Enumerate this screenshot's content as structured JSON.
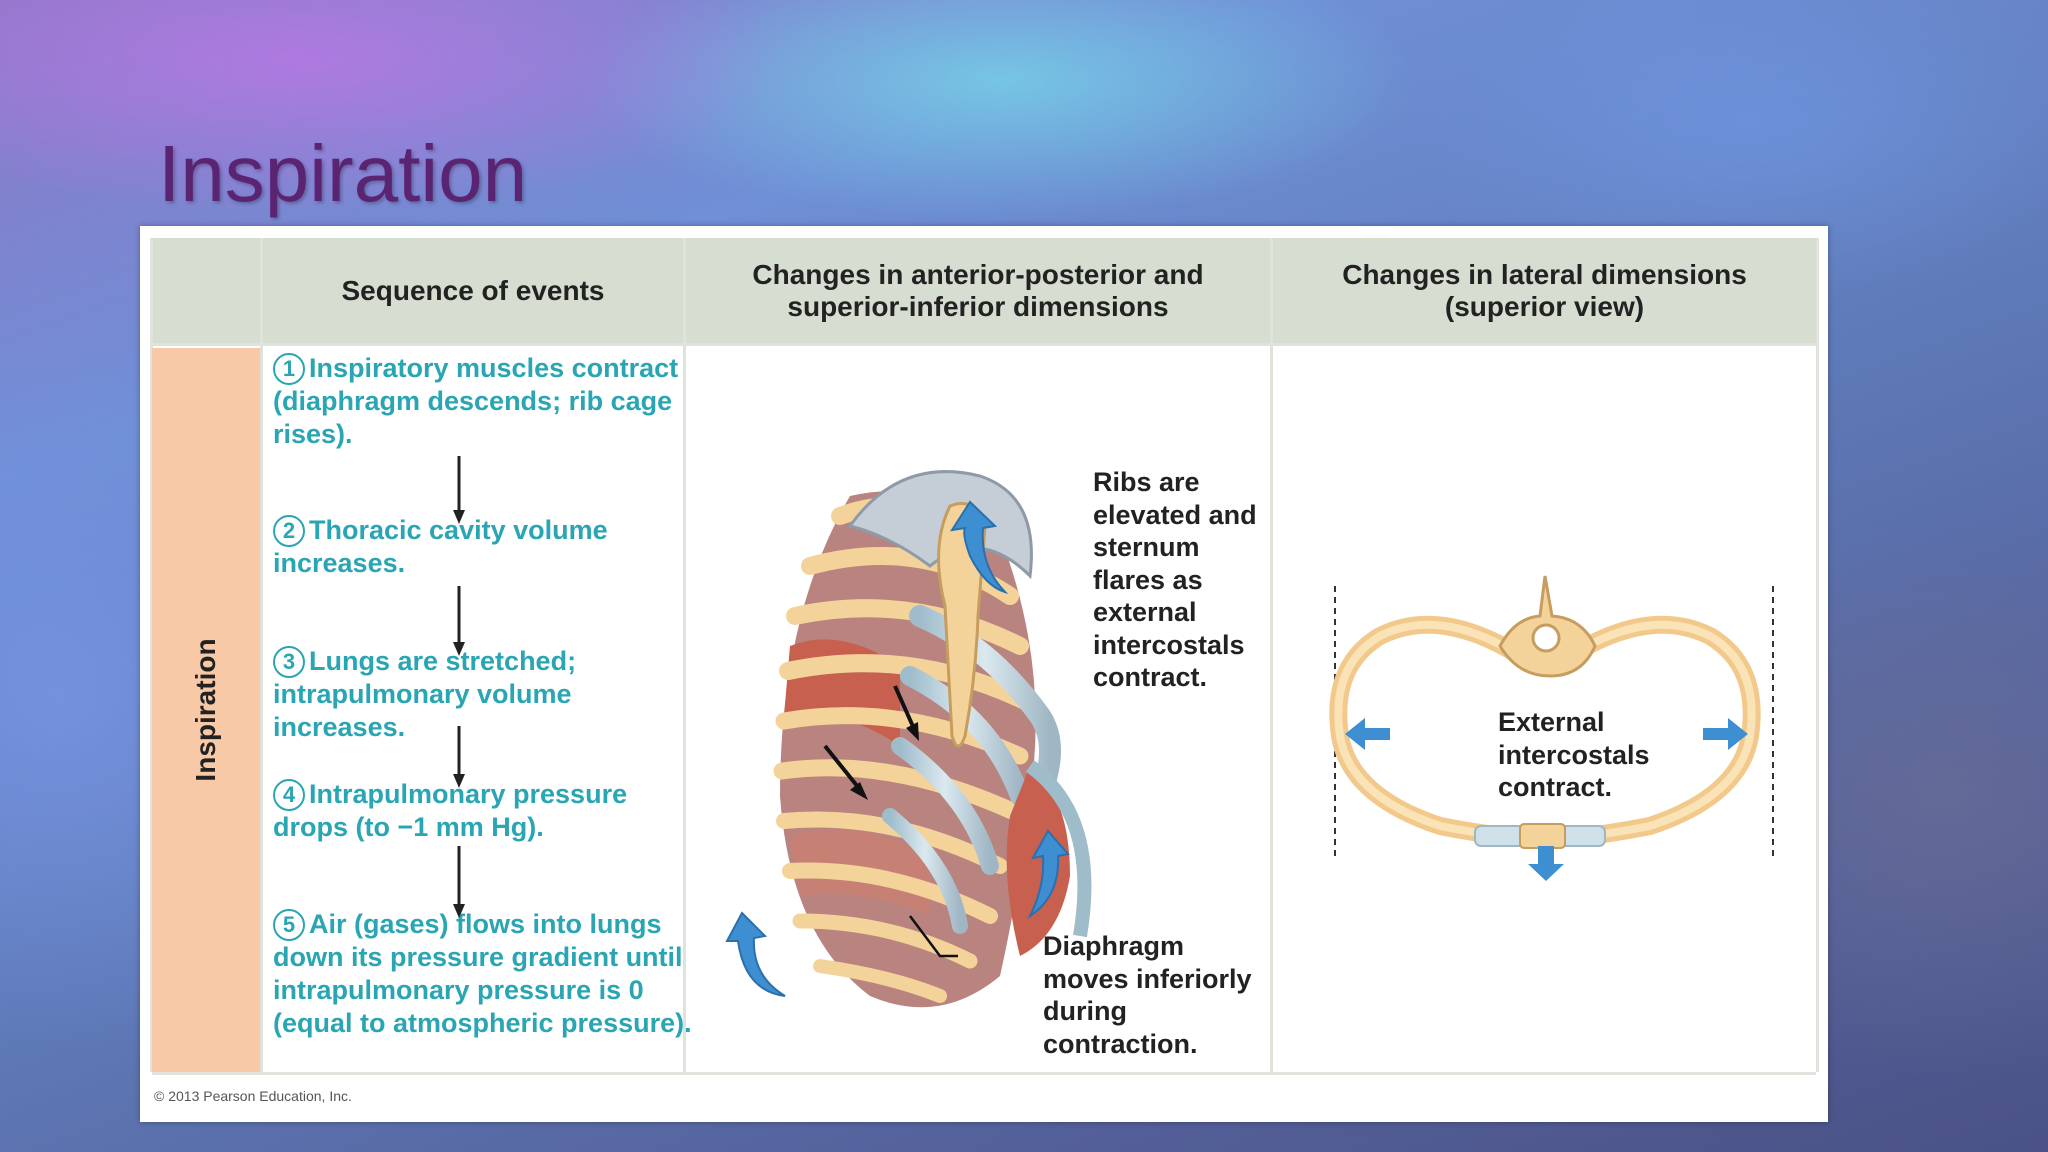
{
  "slide": {
    "title": "Inspiration"
  },
  "table": {
    "headers": [
      "",
      "Sequence of events",
      "Changes in anterior-posterior and superior-inferior dimensions",
      "Changes in lateral dimensions (superior view)"
    ],
    "row_label": "Inspiration"
  },
  "steps": [
    {
      "num": "1",
      "text": "Inspiratory muscles contract (diaphragm descends; rib cage rises)."
    },
    {
      "num": "2",
      "text": "Thoracic cavity volume increases."
    },
    {
      "num": "3",
      "text": "Lungs are stretched; intrapulmonary volume increases."
    },
    {
      "num": "4",
      "text": "Intrapulmonary pressure drops (to −1 mm Hg)."
    },
    {
      "num": "5",
      "text": "Air (gases) flows into lungs down its pressure gradient until intrapulmonary pressure is 0 (equal to atmospheric pressure)."
    }
  ],
  "labels": {
    "ribs": [
      "Ribs are",
      "elevated and",
      "sternum",
      "flares as",
      "external",
      "intercostals",
      "contract."
    ],
    "diaphragm": [
      "Diaphragm",
      "moves inferiorly",
      "during",
      "contraction."
    ],
    "external_intercostals": [
      "External",
      "intercostals",
      "contract."
    ]
  },
  "copyright": "© 2013 Pearson Education, Inc.",
  "colors": {
    "title": "#5a2473",
    "step_text": "#2aa5b3",
    "header_bg": "#d6ddd1",
    "row_label_bg": "#f8c9a7",
    "arrow_blue": "#3d8fd1",
    "bone": "#f4d39b",
    "cartilage": "#bcd6e2",
    "muscle": "#c7604f"
  },
  "icons": [
    "down-arrow-icon",
    "curved-up-arrow-icon",
    "left-arrow-icon",
    "right-arrow-icon"
  ]
}
